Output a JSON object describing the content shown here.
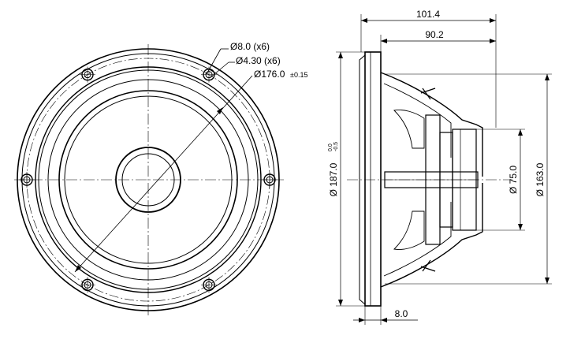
{
  "front_view": {
    "hole_outer_label": "Ø8.0 (x6)",
    "hole_inner_label": "Ø4.30 (x6)",
    "bolt_circle_label": "Ø176.0",
    "bolt_circle_tolerance": "±0.15"
  },
  "side_view": {
    "overall_depth": "101.4",
    "depth_to_magnet": "90.2",
    "outer_diameter": "Ø 187.0",
    "outer_diameter_tol_upper": "0.0",
    "outer_diameter_tol_lower": "-0.5",
    "magnet_diameter": "Ø 75.0",
    "basket_diameter": "Ø 163.0",
    "flange_thickness": "8.0"
  }
}
